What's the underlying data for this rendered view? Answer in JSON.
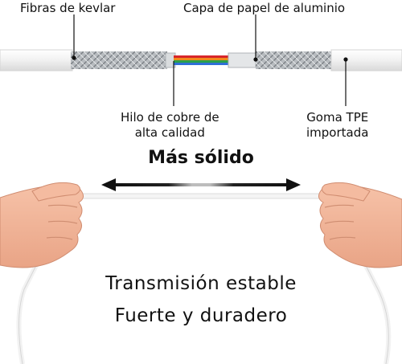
{
  "labels": {
    "kevlar": "Fibras de kevlar",
    "foil": "Capa de papel de aluminio",
    "copper_line1": "Hilo de cobre de",
    "copper_line2": "alta calidad",
    "tpe_line1": "Goma TPE",
    "tpe_line2": "importada"
  },
  "headline": "Más sólido",
  "captions": {
    "line1": "Transmisión estable",
    "line2": "Fuerte y duradero"
  },
  "colors": {
    "wire_red": "#d8262a",
    "wire_orange": "#f08a1c",
    "wire_blue": "#2f6fd6",
    "wire_green": "#2aa04a",
    "braid": "#a9aeb3",
    "skin": "#f2b79a",
    "cable": "#f4f4f4"
  }
}
